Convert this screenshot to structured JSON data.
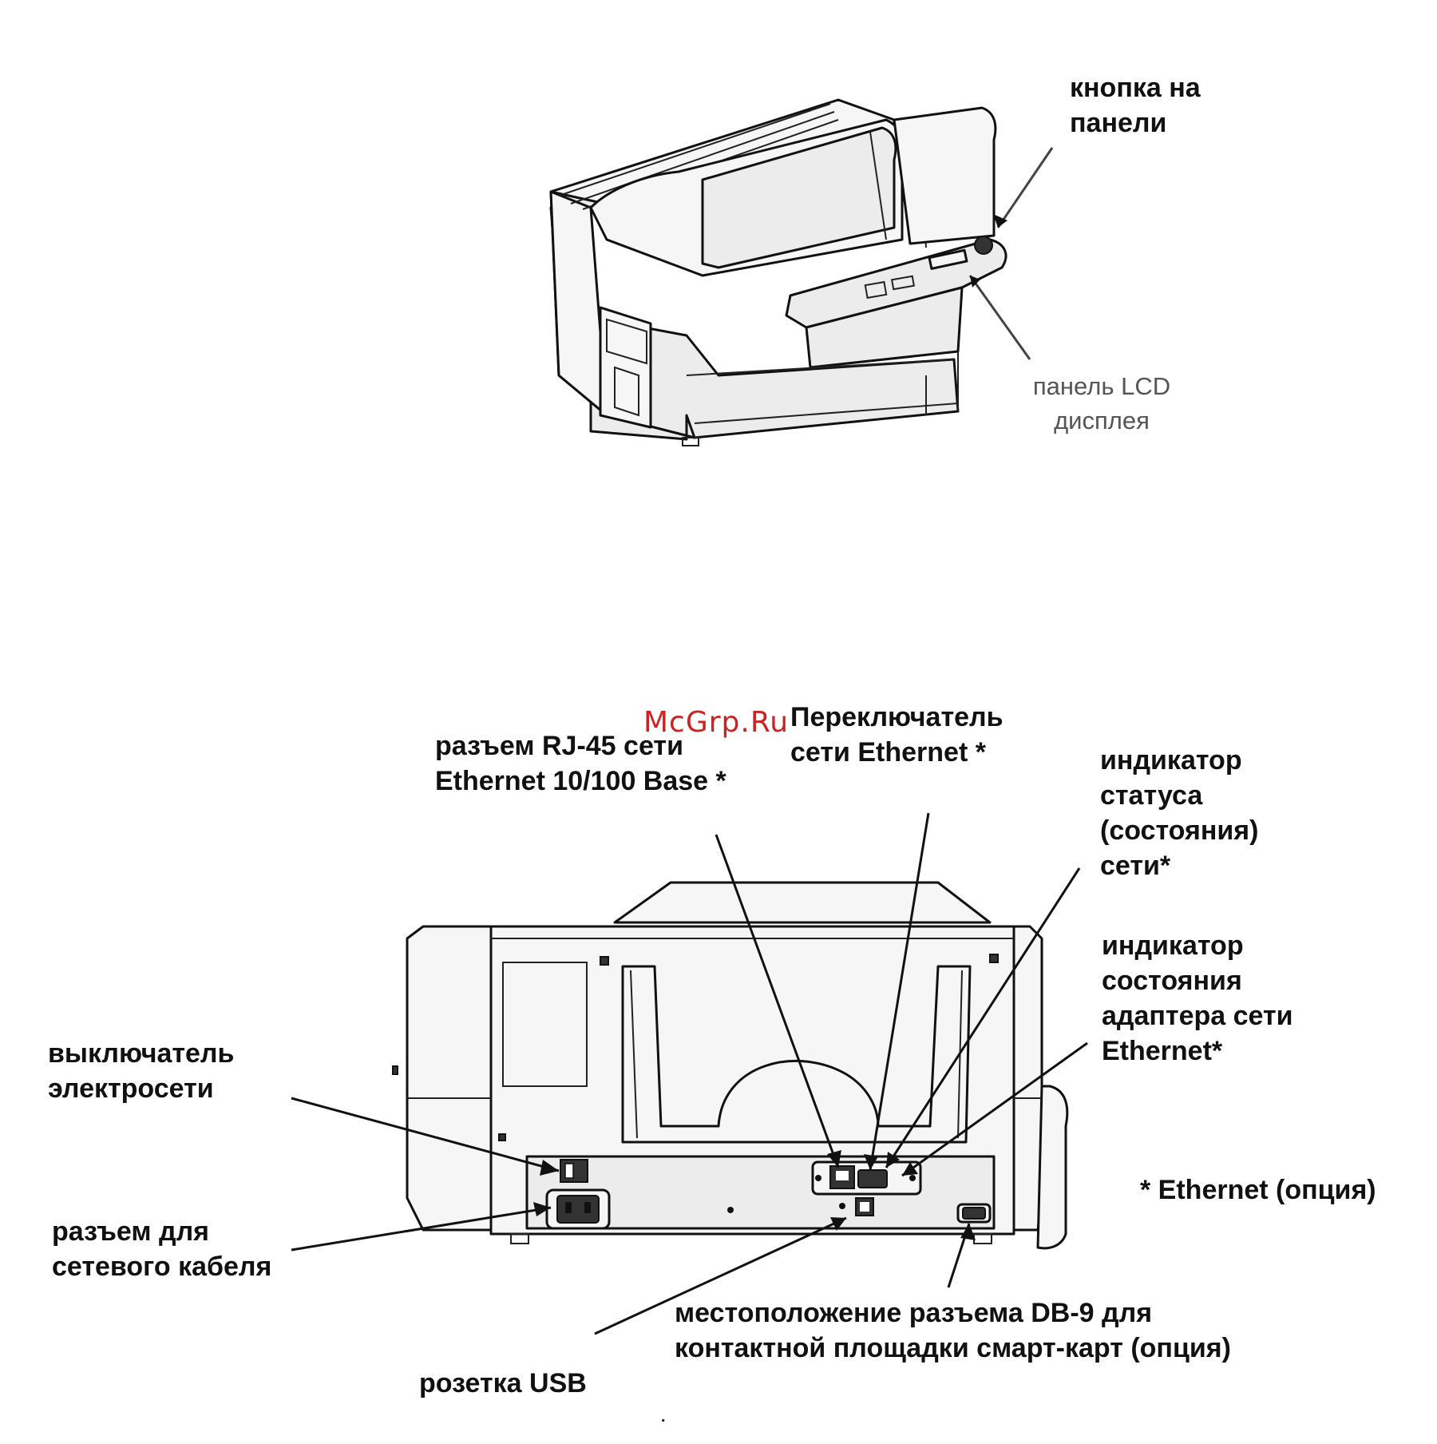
{
  "watermark": "McGrp.Ru",
  "front_view": {
    "labels": {
      "panel_button": [
        "кнопка на",
        "панели"
      ],
      "lcd_panel": [
        "панель LCD",
        "дисплея"
      ]
    }
  },
  "rear_view": {
    "labels": {
      "rj45": [
        "разъем RJ-45 сети",
        "Ethernet 10/100 Base *"
      ],
      "ethernet_switch": [
        "Переключатель",
        "сети Ethernet *"
      ],
      "net_status_indicator": [
        "индикатор",
        "статуса",
        "(состояния)",
        "сети*"
      ],
      "adapter_status_indicator": [
        "индикатор",
        "состояния",
        "адаптера сети",
        "Ethernet*"
      ],
      "power_switch": [
        "выключатель",
        "электросети"
      ],
      "power_socket": [
        "разъем для",
        "сетевого кабеля"
      ],
      "db9": [
        "местоположение разъема DB-9 для",
        "контактной площадки смарт-карт (опция)"
      ],
      "usb": "розетка USB",
      "ethernet_option_note": "* Ethernet (опция)"
    }
  },
  "footer_mark": "."
}
